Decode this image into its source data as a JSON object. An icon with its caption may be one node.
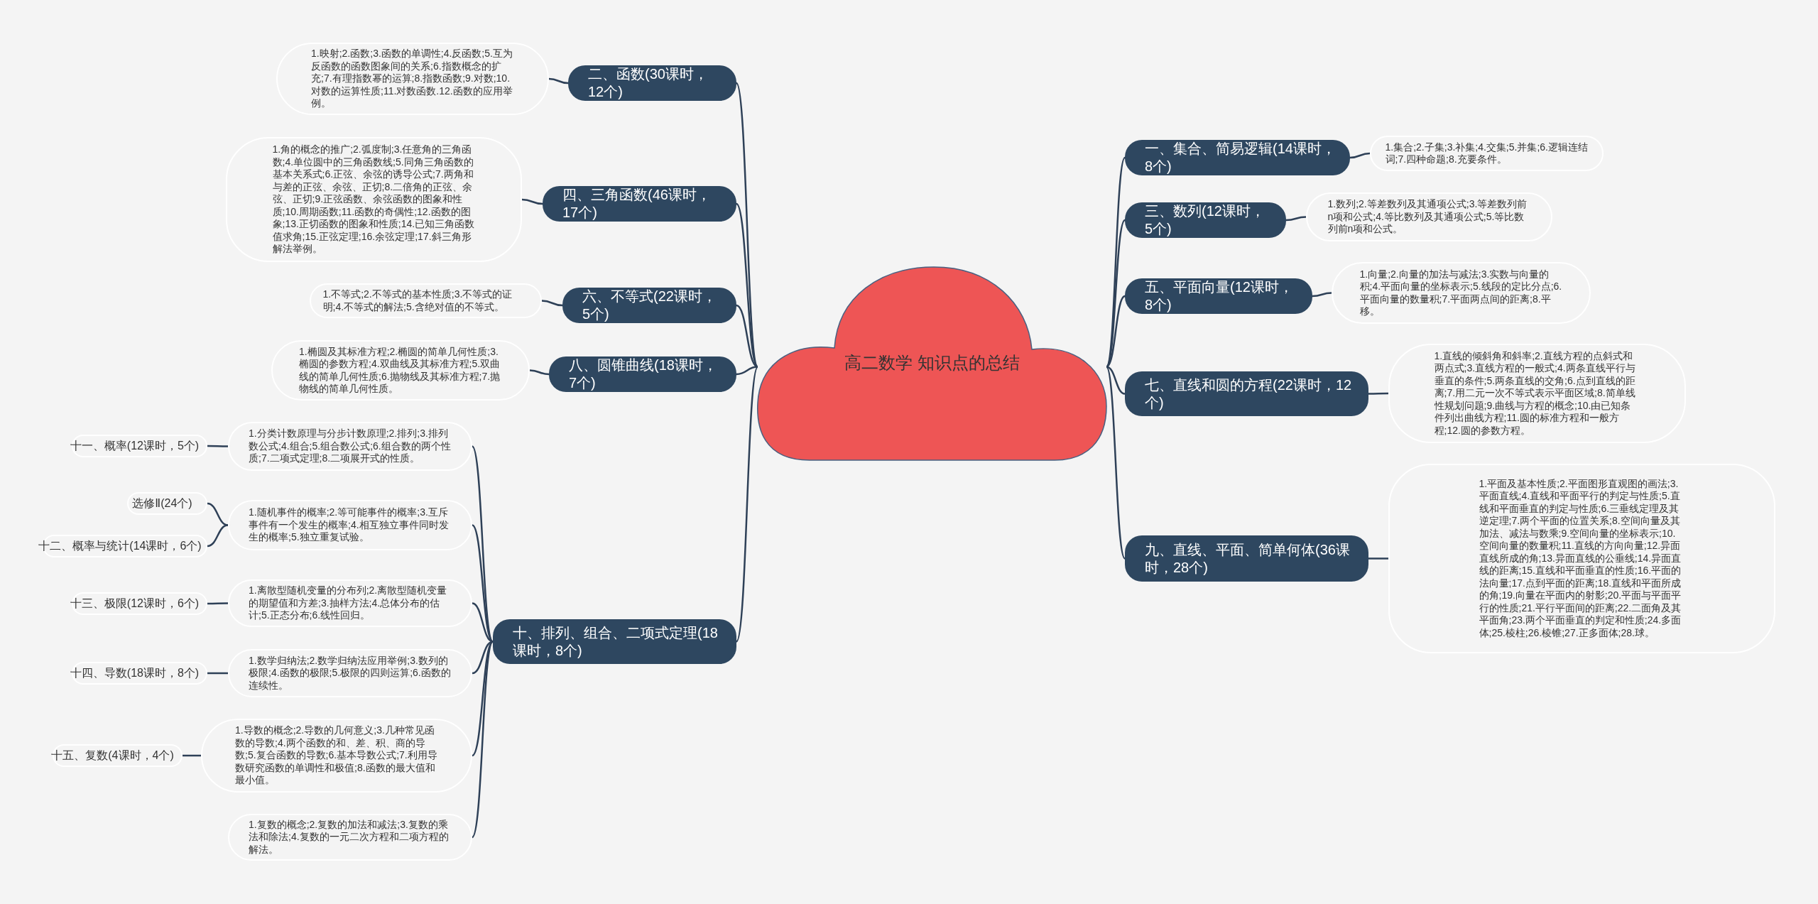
{
  "diagram": {
    "nodes": [
      {
        "text": [
          "高二数学 知识点的总结"
        ]
      },
      {
        "text": [
          "二、函数(30课时，12个)"
        ]
      },
      {
        "text": [
          "1.映射;2.函数;3.函数的单调性;4.反函数;5.互为反函数的函数图象间的关系;6.指数概念的扩充;7.有理指数幂的运算;8.指数函数;9.对数;10.对数的运算性质;11.对数函数.12.函数的应用举例。"
        ]
      },
      {
        "text": [
          "四、三角函数(46课时，17个)"
        ]
      },
      {
        "text": [
          "1.角的概念的推广;2.弧度制;3.任意角的三角函数;4.单位圆中的三角函数线;5.同角三角函数的基本关系式;6.正弦、余弦的诱导公式;7.两角和与差的正弦、余弦、正切;8.二倍角的正弦、余弦、正切;9.正弦函数、余弦函数的图象和性质;10.周期函数;11.函数的奇偶性;12.函数的图象;13.正切函数的图象和性质;14.已知三角函数值求角;15.正弦定理;16.余弦定理;17.斜三角形解法举例。"
        ]
      },
      {
        "text": [
          "六、不等式(22课时，5个)"
        ]
      },
      {
        "text": [
          "1.不等式;2.不等式的基本性质;3.不等式的证明;4.不等式的解法;5.含绝对值的不等式。"
        ]
      },
      {
        "text": [
          "八、圆锥曲线(18课时，7个)"
        ]
      },
      {
        "text": [
          "1.椭圆及其标准方程;2.椭圆的简单几何性质;3.椭圆的参数方程;4.双曲线及其标准方程;5.双曲线的简单几何性质;6.抛物线及其标准方程;7.抛物线的简单几何性质。"
        ]
      },
      {
        "text": [
          "十、排列、组合、二项式定理(18课时，8个)"
        ]
      },
      {
        "text": [
          "1.分类计数原理与分步计数原理;2.排列;3.排列数公式;4.组合;5.组合数公式;6.组合数的两个性质;7.二项式定理;8.二项展开式的性质。"
        ]
      },
      {
        "text": [
          "十一、概率(12课时，5个)"
        ]
      },
      {
        "text": [
          "1.随机事件的概率;2.等可能事件的概率;3.互斥事件有一个发生的概率;4.相互独立事件同时发生的概率;5.独立重复试验。"
        ]
      },
      {
        "text": [
          "选修Ⅱ(24个)"
        ]
      },
      {
        "text": [
          "十二、概率与统计(14课时，6个)"
        ]
      },
      {
        "text": [
          "1.离散型随机变量的分布列;2.离散型随机变量的期望值和方差;3.抽样方法;4.总体分布的估计;5.正态分布;6.线性回归。"
        ]
      },
      {
        "text": [
          "十三、极限(12课时，6个)"
        ]
      },
      {
        "text": [
          "1.数学归纳法;2.数学归纳法应用举例;3.数列的极限;4.函数的极限;5.极限的四则运算;6.函数的连续性。"
        ]
      },
      {
        "text": [
          "十四、导数(18课时，8个)"
        ]
      },
      {
        "text": [
          "1.导数的概念;2.导数的几何意义;3.几种常见函数的导数;4.两个函数的和、差、积、商的导数;5.复合函数的导数;6.基本导数公式;7.利用导数研究函数的单调性和极值;8.函数的最大值和最小值。"
        ]
      },
      {
        "text": [
          "十五、复数(4课时，4个)"
        ]
      },
      {
        "text": [
          "1.复数的概念;2.复数的加法和减法;3.复数的乘法和除法;4.复数的一元二次方程和二项方程的解法。"
        ]
      },
      {
        "text": [
          "一、集合、简易逻辑(14课时，8个)"
        ]
      },
      {
        "text": [
          "1.集合;2.子集;3.补集;4.交集;5.并集;6.逻辑连结词;7.四种命题;8.充要条件。"
        ]
      },
      {
        "text": [
          "三、数列(12课时，5个)"
        ]
      },
      {
        "text": [
          "1.数列;2.等差数列及其通项公式;3.等差数列前n项和公式;4.等比数列及其通项公式;5.等比数列前n项和公式。"
        ]
      },
      {
        "text": [
          "五、平面向量(12课时，8个)"
        ]
      },
      {
        "text": [
          "1.向量;2.向量的加法与减法;3.实数与向量的积;4.平面向量的坐标表示;5.线段的定比分点;6.平面向量的数量积;7.平面两点间的距离;8.平移。"
        ]
      },
      {
        "text": [
          "七、直线和圆的方程(22课时，12个)"
        ]
      },
      {
        "text": [
          "1.直线的倾斜角和斜率;2.直线方程的点斜式和两点式;3.直线方程的一般式;4.两条直线平行与垂直的条件;5.两条直线的交角;6.点到直线的距离;7.用二元一次不等式表示平面区域;8.简单线性规划问题;9.曲线与方程的概念;10.由已知条件列出曲线方程;11.圆的标准方程和一般方程;12.圆的参数方程。"
        ]
      },
      {
        "text": [
          "九、直线、平面、简单何体(36课时，28个)"
        ]
      },
      {
        "text": [
          "1.平面及基本性质;2.平面图形直观图的画法;3.平面直线;4.直线和平面平行的判定与性质;5.直线和平面垂直的判定与性质;6.三垂线定理及其逆定理;7.两个平面的位置关系;8.空间向量及其加法、减法与数乘;9.空间向量的坐标表示;10.空间向量的数量积;11.直线的方向向量;12.异面直线所成的角;13.异面直线的公垂线;14.异面直线的距离;15.直线和平面垂直的性质;16.平面的法向量;17.点到平面的距离;18.直线和平面所成的角;19.向量在平面内的射影;20.平面与平面平行的性质;21.平行平面间的距离;22.二面角及其平面角;23.两个平面垂直的判定和性质;24.多面体;25.棱柱;26.棱锥;27.正多面体;28.球。"
        ]
      }
    ],
    "edges": [
      {
        "from": 0,
        "to": 1,
        "arrow": "none"
      },
      {
        "from": 1,
        "to": 2,
        "arrow": "none"
      },
      {
        "from": 0,
        "to": 3,
        "arrow": "none"
      },
      {
        "from": 3,
        "to": 4,
        "arrow": "none"
      },
      {
        "from": 0,
        "to": 5,
        "arrow": "none"
      },
      {
        "from": 5,
        "to": 6,
        "arrow": "none"
      },
      {
        "from": 0,
        "to": 7,
        "arrow": "none"
      },
      {
        "from": 7,
        "to": 8,
        "arrow": "none"
      },
      {
        "from": 0,
        "to": 9,
        "arrow": "none"
      },
      {
        "from": 9,
        "to": 10,
        "arrow": "none"
      },
      {
        "from": 10,
        "to": 11,
        "arrow": "none"
      },
      {
        "from": 9,
        "to": 12,
        "arrow": "none"
      },
      {
        "from": 12,
        "to": 13,
        "arrow": "none"
      },
      {
        "from": 12,
        "to": 14,
        "arrow": "none"
      },
      {
        "from": 9,
        "to": 15,
        "arrow": "none"
      },
      {
        "from": 15,
        "to": 16,
        "arrow": "none"
      },
      {
        "from": 9,
        "to": 17,
        "arrow": "none"
      },
      {
        "from": 17,
        "to": 18,
        "arrow": "none"
      },
      {
        "from": 9,
        "to": 19,
        "arrow": "none"
      },
      {
        "from": 19,
        "to": 20,
        "arrow": "none"
      },
      {
        "from": 9,
        "to": 21,
        "arrow": "none"
      },
      {
        "from": 0,
        "to": 22,
        "arrow": "none"
      },
      {
        "from": 22,
        "to": 23,
        "arrow": "none"
      },
      {
        "from": 0,
        "to": 24,
        "arrow": "none"
      },
      {
        "from": 24,
        "to": 25,
        "arrow": "none"
      },
      {
        "from": 0,
        "to": 26,
        "arrow": "none"
      },
      {
        "from": 26,
        "to": 27,
        "arrow": "none"
      },
      {
        "from": 0,
        "to": 28,
        "arrow": "none"
      },
      {
        "from": 28,
        "to": 29,
        "arrow": "none"
      },
      {
        "from": 0,
        "to": 30,
        "arrow": "none"
      },
      {
        "from": 30,
        "to": 31,
        "arrow": "none"
      }
    ]
  }
}
